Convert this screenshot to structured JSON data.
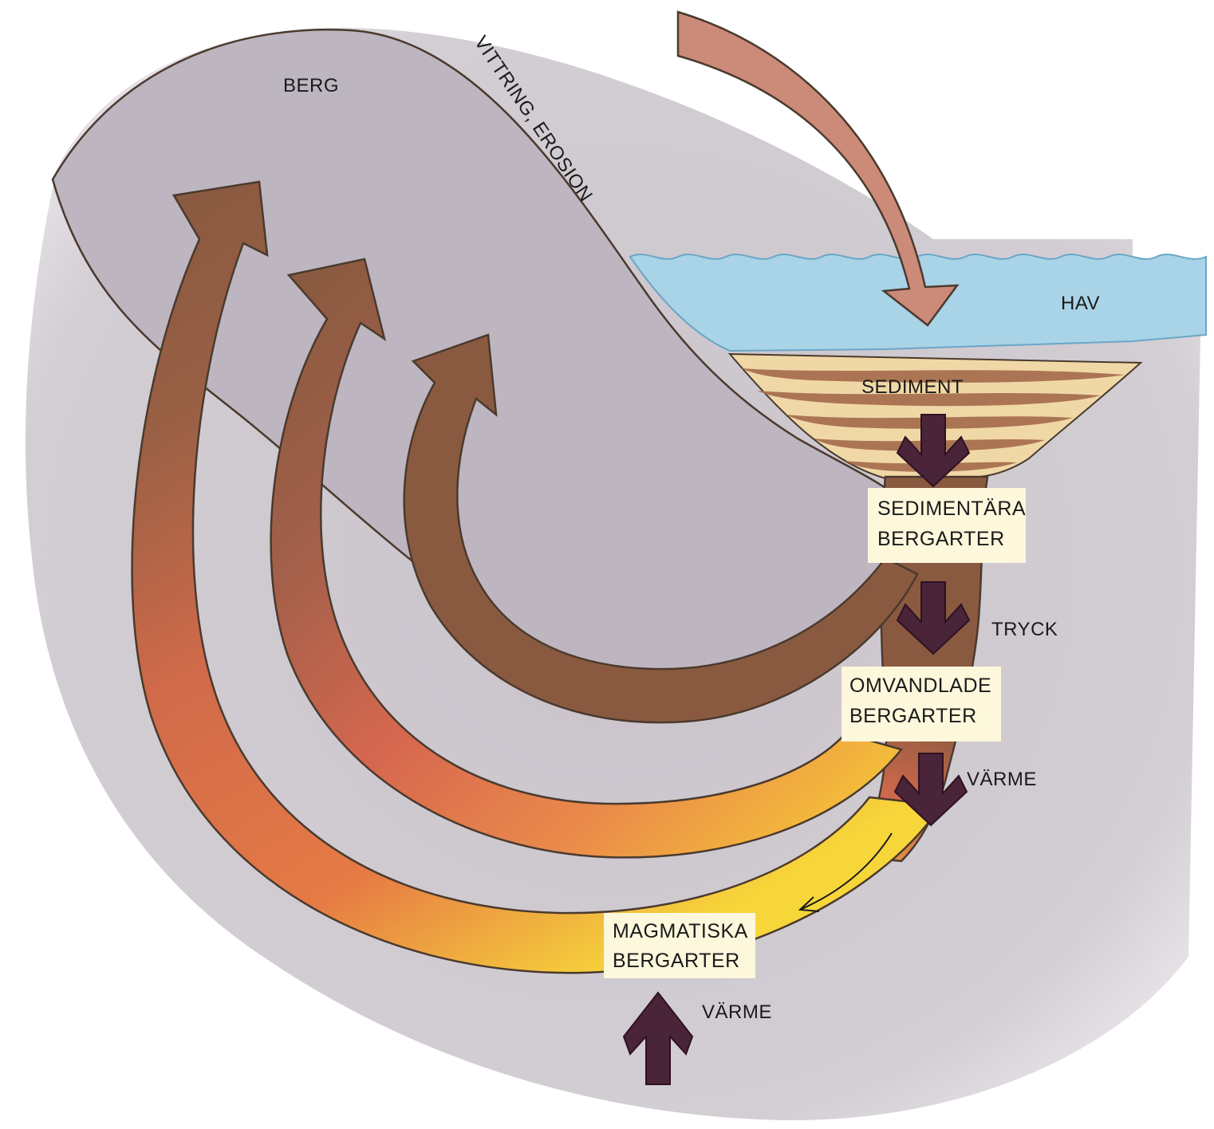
{
  "labels": {
    "berg": "BERG",
    "vittring": "VITTRING, EROSION",
    "hav": "HAV",
    "sediment": "SEDIMENT",
    "sedimentara_1": "SEDIMENTÄRA",
    "sedimentara_2": "BERGARTER",
    "tryck": "TRYCK",
    "omvandlade_1": "OMVANDLADE",
    "omvandlade_2": "BERGARTER",
    "varme_1": "VÄRME",
    "magmatiska_1": "MAGMATISKA",
    "magmatiska_2": "BERGARTER",
    "varme_2": "VÄRME"
  },
  "colors": {
    "background_rock": "#ccc6cc",
    "mountain": "#bdb5bf",
    "sea": "#a9d3e6",
    "sediment_light": "#f0d8a6",
    "sediment_dark": "#b07a55",
    "brown_arrow": "#8a5a40",
    "red_arrow": "#d9674a",
    "yellow_arrow": "#f5d640",
    "pink_arrow": "#cc8a78",
    "dark_arrow": "#4a2438",
    "label_box": "#fdf7dc"
  }
}
